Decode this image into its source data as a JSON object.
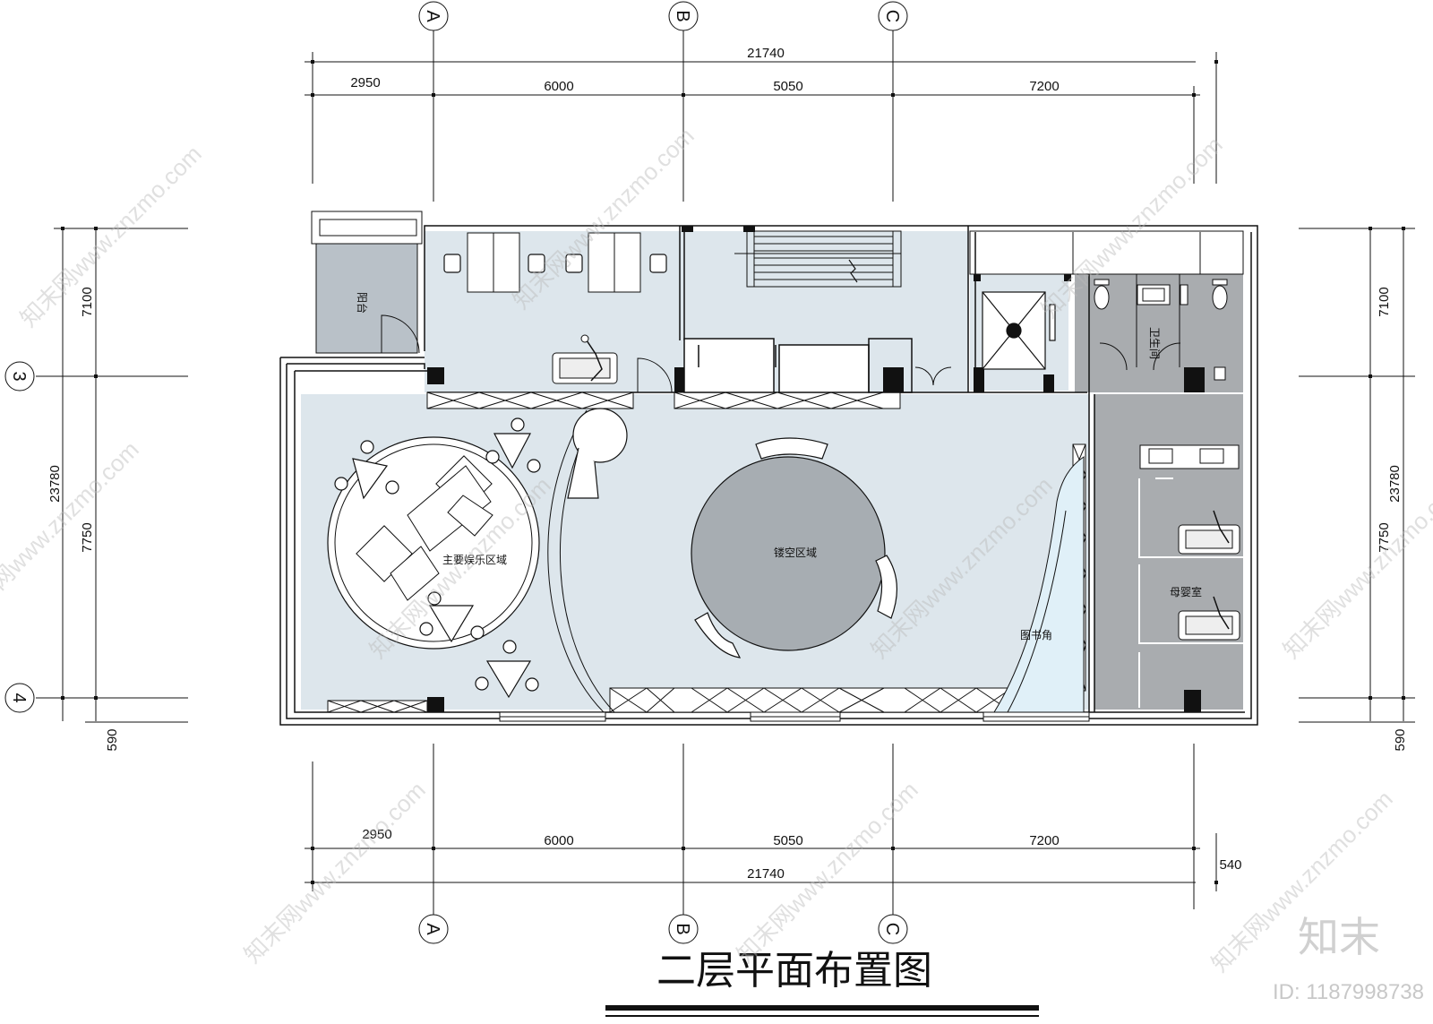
{
  "title": "二层平面布置图",
  "axes": {
    "columns": [
      "A",
      "B",
      "C"
    ],
    "rows": [
      "3",
      "4"
    ]
  },
  "dimensions": {
    "top_total": "21740",
    "top_segments": [
      "2950",
      "6000",
      "5050",
      "7200"
    ],
    "bottom_segments": [
      "2950",
      "6000",
      "5050",
      "7200"
    ],
    "bottom_total": "21740",
    "bottom_offset": "540",
    "left_total": "23780",
    "left_segments": [
      "7100",
      "7750",
      "590"
    ],
    "right_total": "23780",
    "right_segments": [
      "7100",
      "7750",
      "590"
    ]
  },
  "rooms": {
    "balcony": "阳台",
    "entertainment": "主要娱乐区域",
    "hollow": "镂空区域",
    "reading": "图书角",
    "toilet": "卫生间",
    "nursing": "母婴室"
  },
  "watermark": {
    "text": "知末网www.znzmo.com",
    "brand": "知末",
    "id": "ID: 1187998738"
  },
  "colors": {
    "floor_light": "#dde6ec",
    "floor_dark": "#a9acaf",
    "hollow": "#a7adb2",
    "reading": "#e0f0f8",
    "wall": "#111111"
  }
}
